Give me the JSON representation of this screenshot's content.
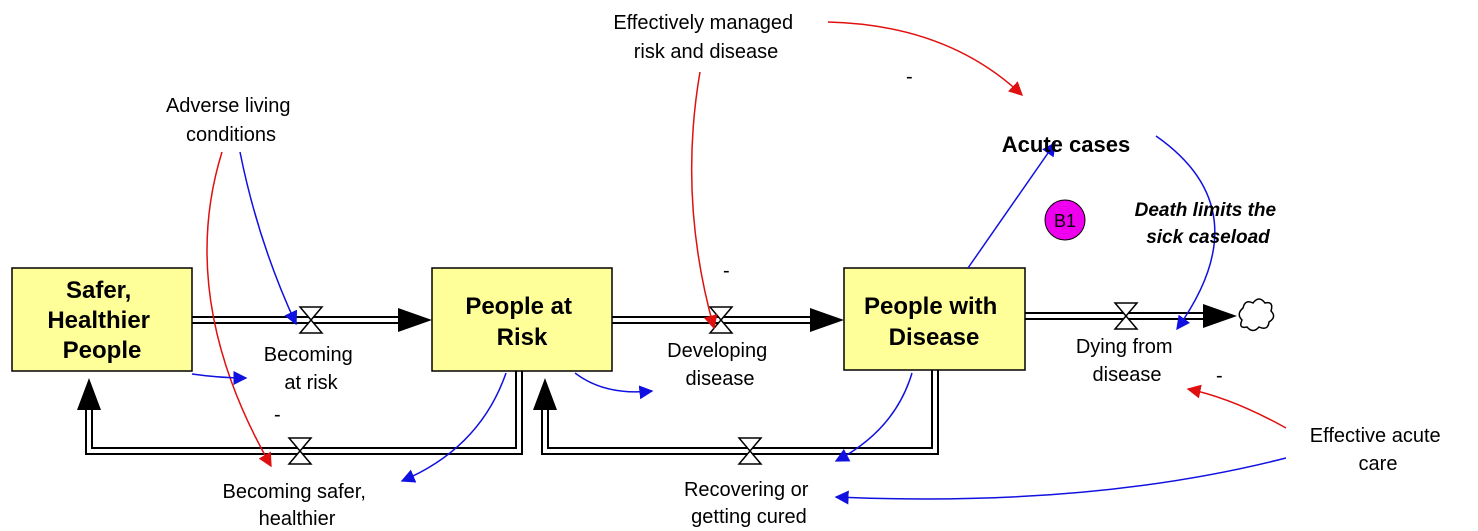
{
  "colors": {
    "stock_fill": "#ffff99",
    "positive_link": "#1010e0",
    "negative_link": "#e01010",
    "loop_marker": "#ee00ee"
  },
  "stocks": {
    "safer": [
      "Safer,",
      "Healthier",
      "People"
    ],
    "risk": [
      "People at",
      "Risk"
    ],
    "disease": [
      "People with",
      "Disease"
    ]
  },
  "flows": {
    "becoming_at_risk": [
      "Becoming",
      "at risk"
    ],
    "developing_disease": [
      "Developing",
      "disease"
    ],
    "dying": [
      "Dying from",
      "disease"
    ],
    "becoming_safer": [
      "Becoming safer,",
      "healthier"
    ],
    "recovering": [
      "Recovering or",
      "getting cured"
    ]
  },
  "variables": {
    "effectively_managed": [
      "Effectively managed",
      "risk and disease"
    ],
    "adverse_living": [
      "Adverse living",
      "conditions"
    ],
    "acute_cases": "Acute cases",
    "effective_acute_care": [
      "Effective acute",
      "care"
    ]
  },
  "loop": {
    "id": "B1",
    "label": [
      "Death limits the",
      "sick caseload"
    ]
  },
  "polarity_minus": "-"
}
